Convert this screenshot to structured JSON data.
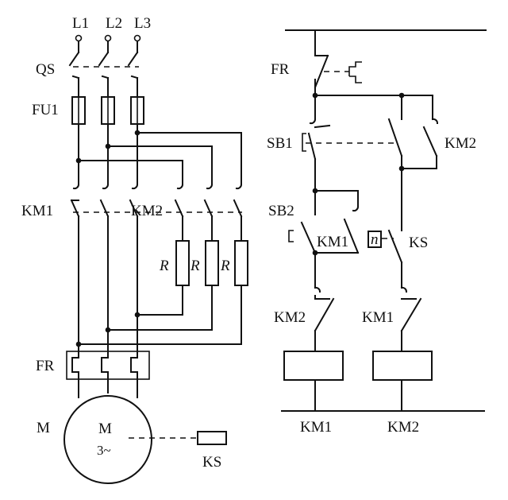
{
  "labels": {
    "l1": "L1",
    "l2": "L2",
    "l3": "L3",
    "qs": "QS",
    "fu1": "FU1",
    "km1_main": "KM1",
    "km2_main": "KM2",
    "r1": "R",
    "r2": "R",
    "r3": "R",
    "fr_main": "FR",
    "m_left": "M",
    "motor_m": "M",
    "motor_phase": "3~",
    "ks_main": "KS",
    "fr_ctrl": "FR",
    "sb1": "SB1",
    "km2_ctrl_top": "KM2",
    "sb2": "SB2",
    "km1_interlock": "KM1",
    "n_speed": "n",
    "ks_ctrl": "KS",
    "km2_nc": "KM2",
    "km1_nc": "KM1",
    "coil_km1": "KM1",
    "coil_km2": "KM2"
  }
}
